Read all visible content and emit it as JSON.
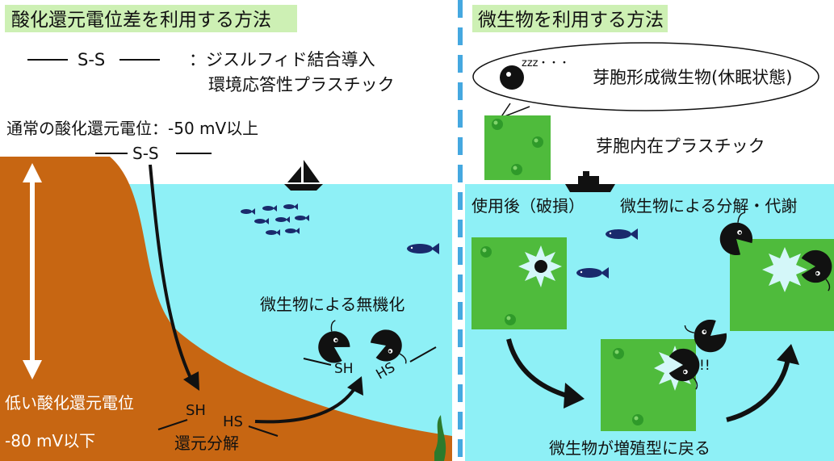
{
  "left_panel": {
    "title": "酸化還元電位差を利用する方法",
    "legend_symbol": "S-S",
    "legend_desc_line1": "：ジスルフィド結合導入",
    "legend_desc_line2": "環境応答性プラスチック",
    "normal_potential": "通常の酸化還元電位：-50 mV以上",
    "normal_symbol": "S-S",
    "low_potential_line1": "低い酸化還元電位",
    "low_potential_line2": "-80 mV以下",
    "reduction_label": "還元分解",
    "sh_label": "SH",
    "hs_label": "HS",
    "mineralization_label": "微生物による無機化",
    "microbe_sh": "SH",
    "microbe_hs": "HS"
  },
  "right_panel": {
    "title": "微生物を利用する方法",
    "bubble_text": "芽胞形成微生物(休眠状態)",
    "zzz": "zzz・・・",
    "spore_plastic_label": "芽胞内在プラスチック",
    "after_use_label": "使用後（破損）",
    "degradation_label": "微生物による分解・代謝",
    "exclaim": "!!",
    "return_label": "微生物が増殖型に戻る"
  },
  "colors": {
    "title_bg": "#cdf0b4",
    "sea": "#8ef0f6",
    "sediment": "#c76612",
    "plastic_green": "#4fbb3c",
    "divider": "#45a8e0",
    "fish": "#1a2a6c"
  }
}
